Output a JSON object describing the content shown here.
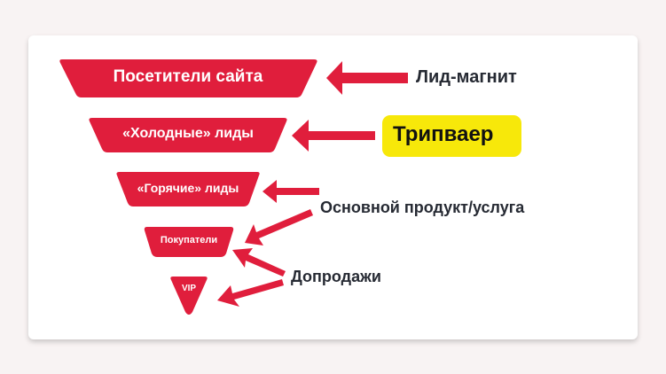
{
  "funnel": {
    "color": "#e01e3c",
    "stages": [
      {
        "label": "Посетители сайта"
      },
      {
        "label": "«Холодные» лиды"
      },
      {
        "label": "«Горячие» лиды"
      },
      {
        "label": "Покупатели"
      },
      {
        "label": "VIP"
      }
    ]
  },
  "annotations": {
    "lead_magnet": "Лид-магнит",
    "tripwire": "Трипваер",
    "core_product": "Основной продукт/услуга",
    "upsell": "Допродажи"
  },
  "colors": {
    "background": "#f8f3f3",
    "card": "#ffffff",
    "arrow": "#e01e3c",
    "highlight": "#f7e80a",
    "label_text": "#262a33"
  }
}
